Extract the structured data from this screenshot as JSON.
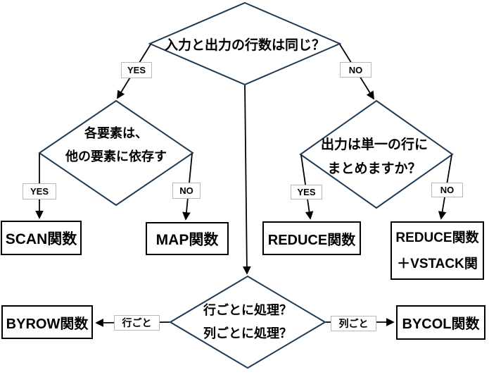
{
  "flowchart": {
    "decisions": {
      "rows_same": {
        "text": "入力と出力の行数は同じ？"
      },
      "depends": {
        "line1": "各要素は、",
        "line2": "他の要素に依存す"
      },
      "single_row": {
        "line1": "出力は単一の行に",
        "line2": "まとめますか？"
      },
      "row_or_col": {
        "line1": "行ごとに処理？",
        "line2": "列ごとに処理？"
      }
    },
    "branch_labels": {
      "rows_same_yes": "YES",
      "rows_same_no": "NO",
      "depends_yes": "YES",
      "depends_no": "NO",
      "single_row_yes": "YES",
      "single_row_no": "NO",
      "by_row": "行ごと",
      "by_col": "列ごと"
    },
    "results": {
      "scan": "SCAN関数",
      "map": "MAP関数",
      "reduce": "REDUCE関数",
      "reduce_vstack": {
        "line1": "REDUCE関数",
        "line2": "＋VSTACK関"
      },
      "byrow": "BYROW関数",
      "bycol": "BYCOL関数"
    },
    "colors": {
      "diamond_stroke": "#1e3a54",
      "connector": "#000000",
      "box_border": "#000000",
      "label_border": "#b8b8b8"
    }
  }
}
